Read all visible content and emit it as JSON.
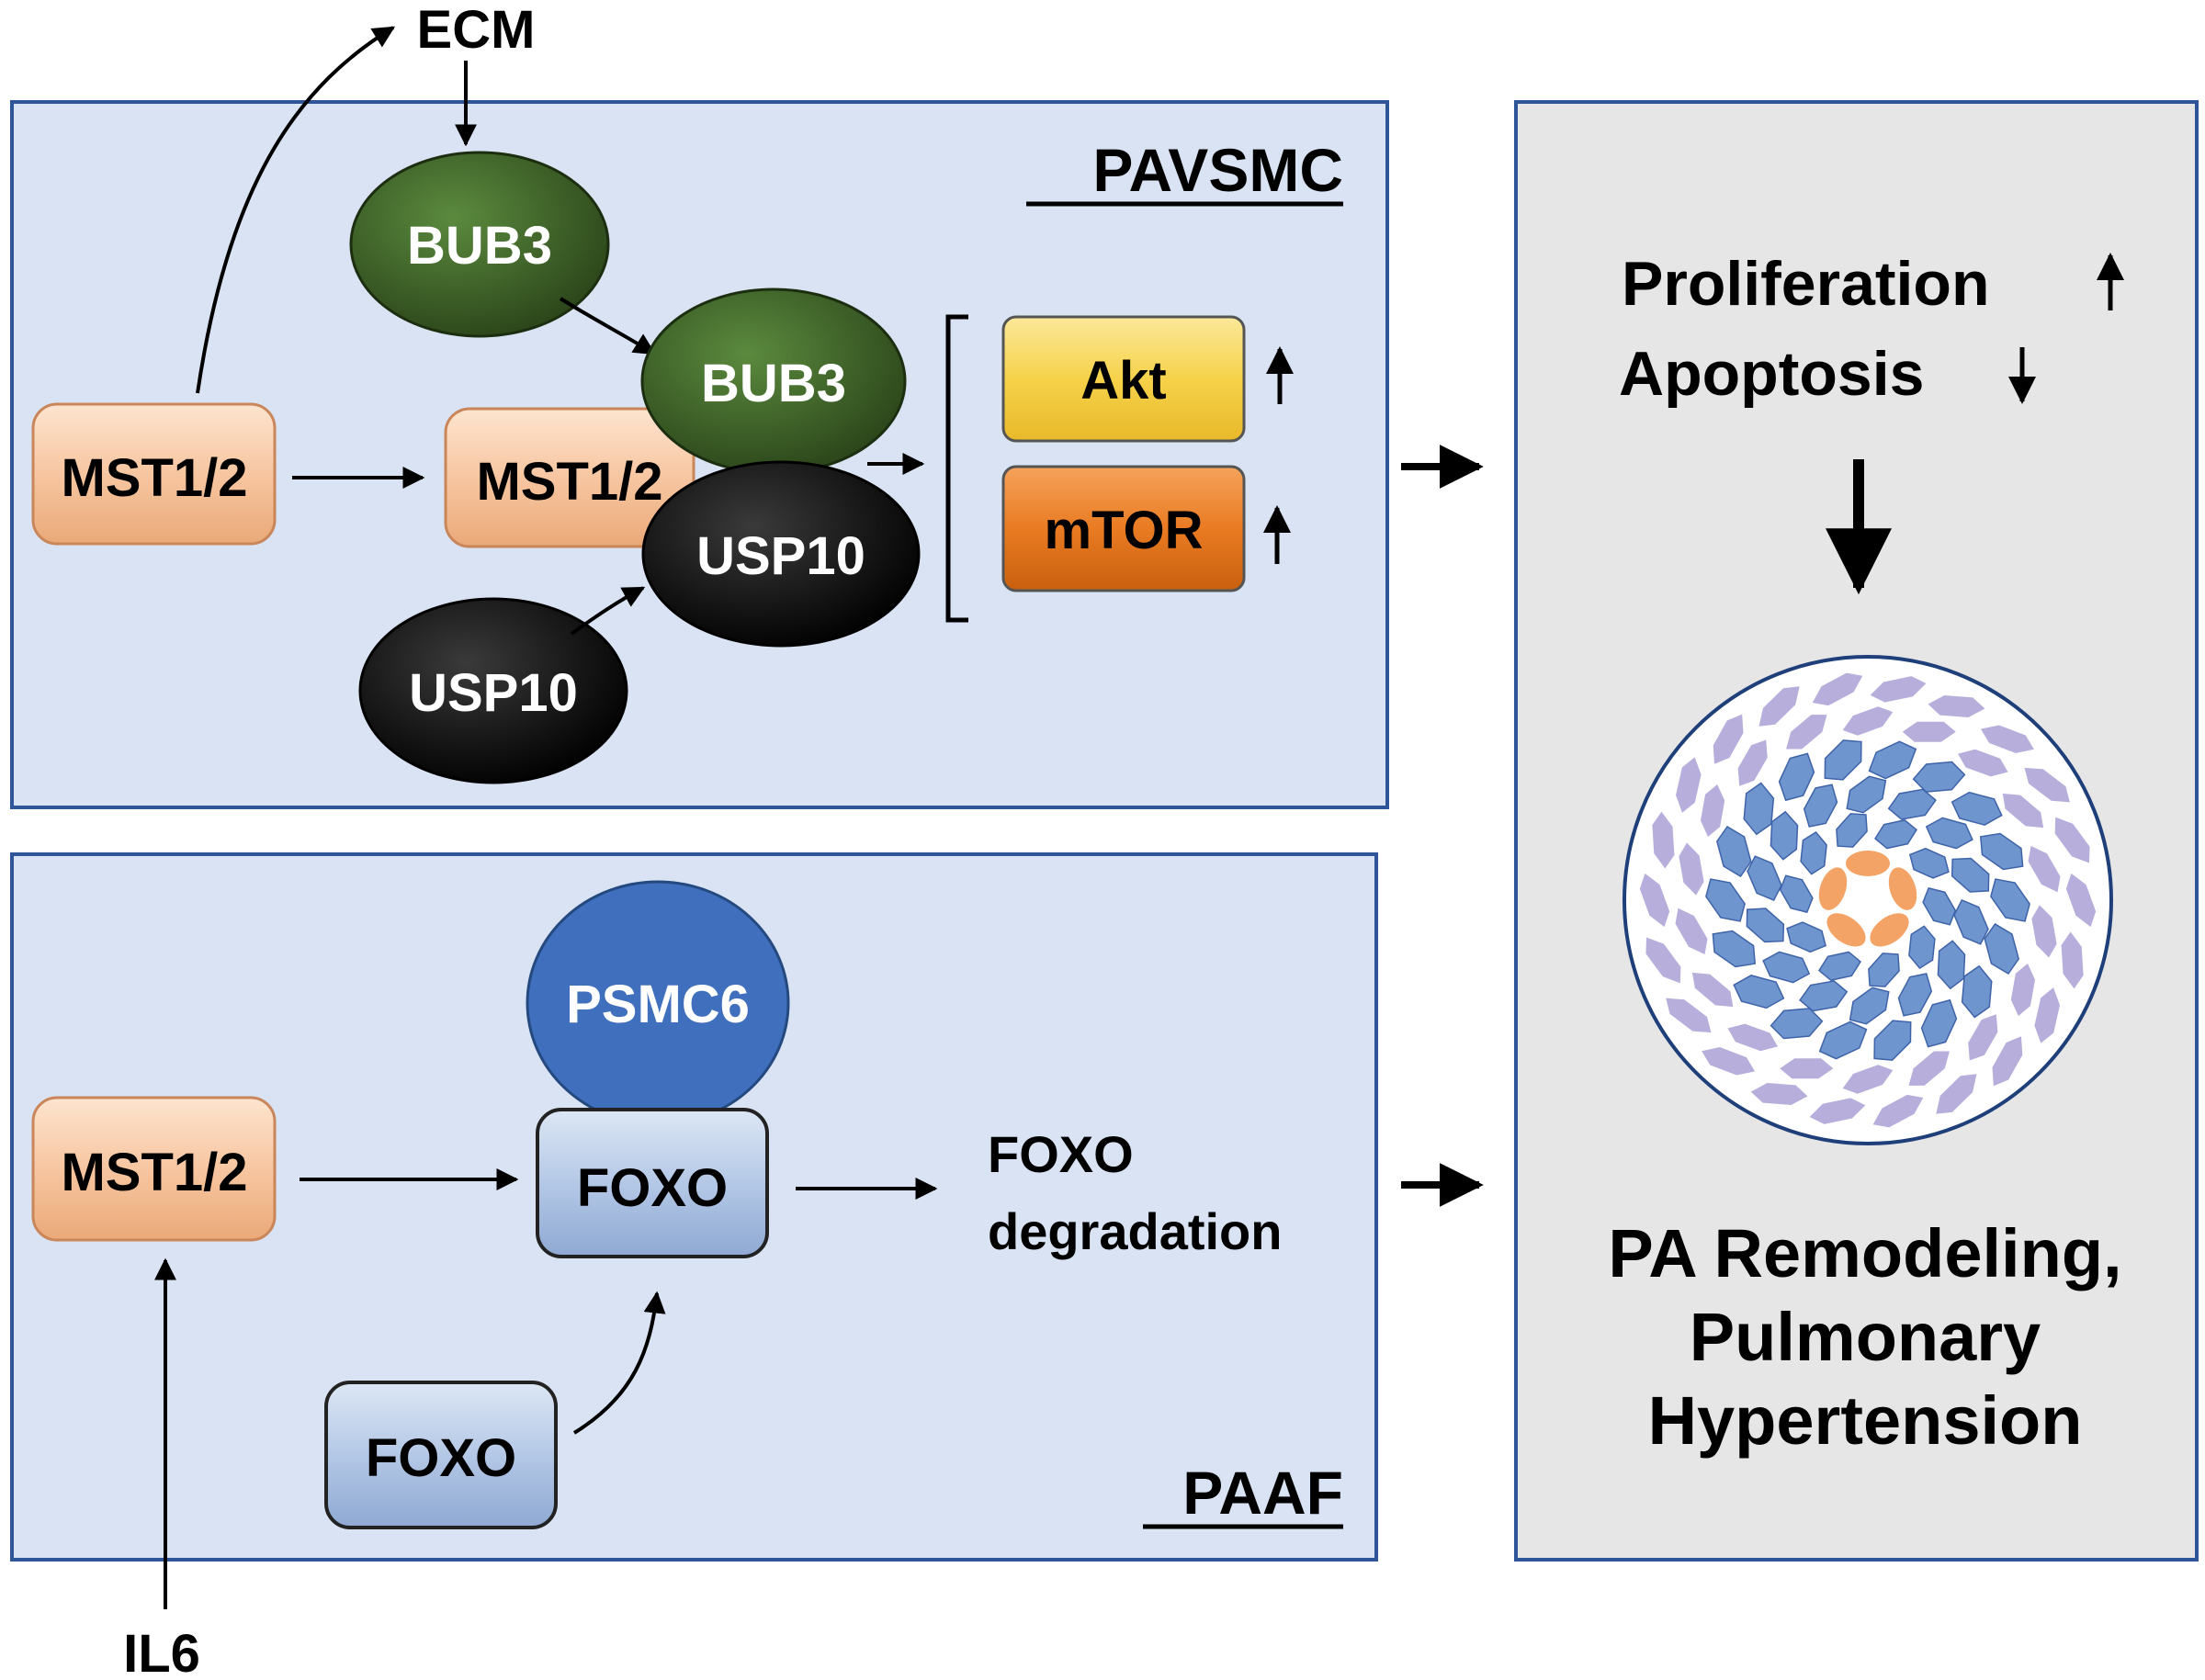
{
  "labels": {
    "ecm": "ECM",
    "il6": "IL6",
    "pavsmc": "PAVSMC",
    "paaf": "PAAF",
    "foxo_degradation_line1": "FOXO",
    "foxo_degradation_line2": "degradation",
    "proliferation": "Proliferation",
    "apoptosis": "Apoptosis",
    "outcome_line1": "PA Remodeling,",
    "outcome_line2": "Pulmonary",
    "outcome_line3": "Hypertension"
  },
  "nodes": {
    "mst_a": "MST1/2",
    "mst_b": "MST1/2",
    "mst_c": "MST1/2",
    "bub3_free": "BUB3",
    "bub3_bound": "BUB3",
    "usp10_free": "USP10",
    "usp10_bound": "USP10",
    "akt": "Akt",
    "mtor": "mTOR",
    "psmc6": "PSMC6",
    "foxo_bound": "FOXO",
    "foxo_free": "FOXO"
  },
  "colors": {
    "panel_fill": "#dae3f3",
    "panel_border": "#2e5597",
    "outcome_fill": "#e6e6e6",
    "mst_fill": "#f7c6a1",
    "bub3_fill": "#375623",
    "usp10_fill": "#111111",
    "akt_fill": "#f6d24a",
    "mtor_fill": "#e97b22",
    "psmc6_fill": "#3f6fbd",
    "foxo_fill": "#b4c8e6",
    "cell_blue": "#6f95cf",
    "cell_purple": "#b7aedb",
    "cell_orange": "#f4a366"
  }
}
